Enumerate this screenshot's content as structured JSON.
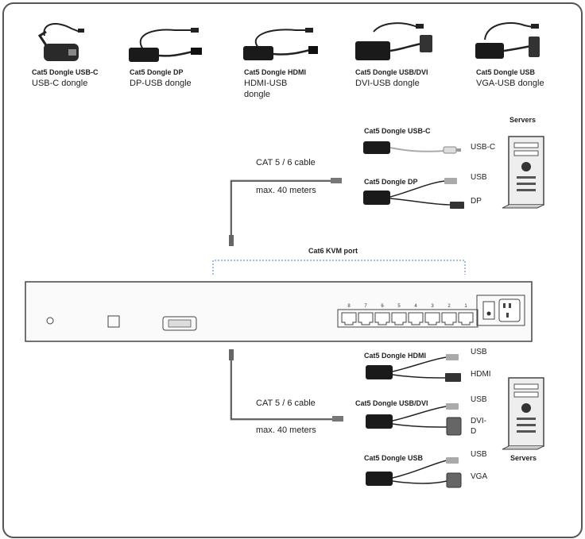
{
  "top_dongles": [
    {
      "name": "Cat5 Dongle USB-C",
      "desc": "USB-C dongle"
    },
    {
      "name": "Cat5 Dongle DP",
      "desc": "DP-USB dongle"
    },
    {
      "name": "Cat5 Dongle HDMI",
      "desc": "HDMI-USB dongle"
    },
    {
      "name": "Cat5 Dongle USB/DVI",
      "desc": "DVI-USB dongle"
    },
    {
      "name": "Cat5 Dongle USB",
      "desc": "VGA-USB dongle"
    }
  ],
  "upper_section": {
    "cable": "CAT 5 / 6 cable",
    "distance": "max. 40 meters",
    "servers": "Servers",
    "dongles": [
      {
        "name": "Cat5 Dongle USB-C",
        "ports": [
          "USB-C"
        ]
      },
      {
        "name": "Cat5 Dongle DP",
        "ports": [
          "USB",
          "DP"
        ]
      }
    ]
  },
  "kvm": {
    "port_label": "Cat6 KVM port",
    "port_numbers": [
      "8",
      "7",
      "6",
      "5",
      "4",
      "3",
      "2",
      "1"
    ]
  },
  "lower_section": {
    "cable": "CAT 5 / 6 cable",
    "distance": "max. 40 meters",
    "servers": "Servers",
    "dongles": [
      {
        "name": "Cat5 Dongle HDMI",
        "ports": [
          "USB",
          "HDMI"
        ]
      },
      {
        "name": "Cat5 Dongle USB/DVI",
        "ports": [
          "USB",
          "DVI-\nD"
        ]
      },
      {
        "name": "Cat5 Dongle USB",
        "ports": [
          "USB",
          "VGA"
        ]
      }
    ]
  }
}
